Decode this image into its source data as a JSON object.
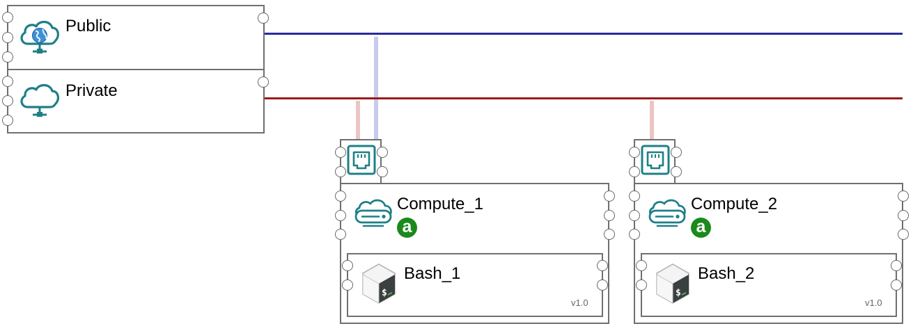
{
  "networks": [
    {
      "id": "public",
      "label": "Public",
      "color": "#2a2a9c"
    },
    {
      "id": "private",
      "label": "Private",
      "color": "#9c1a1a"
    }
  ],
  "computes": [
    {
      "label": "Compute_1",
      "badge": "a",
      "software": {
        "label": "Bash_1",
        "version": "v1.0"
      }
    },
    {
      "label": "Compute_2",
      "badge": "a",
      "software": {
        "label": "Bash_2",
        "version": "v1.0"
      }
    }
  ],
  "colors": {
    "public_line": "#2a2a9c",
    "private_line": "#9c1a1a",
    "public_link": "#c8cbee",
    "private_link": "#edc4c4",
    "icon_teal": "#1e7f88",
    "badge_green": "#1a8a1a"
  }
}
